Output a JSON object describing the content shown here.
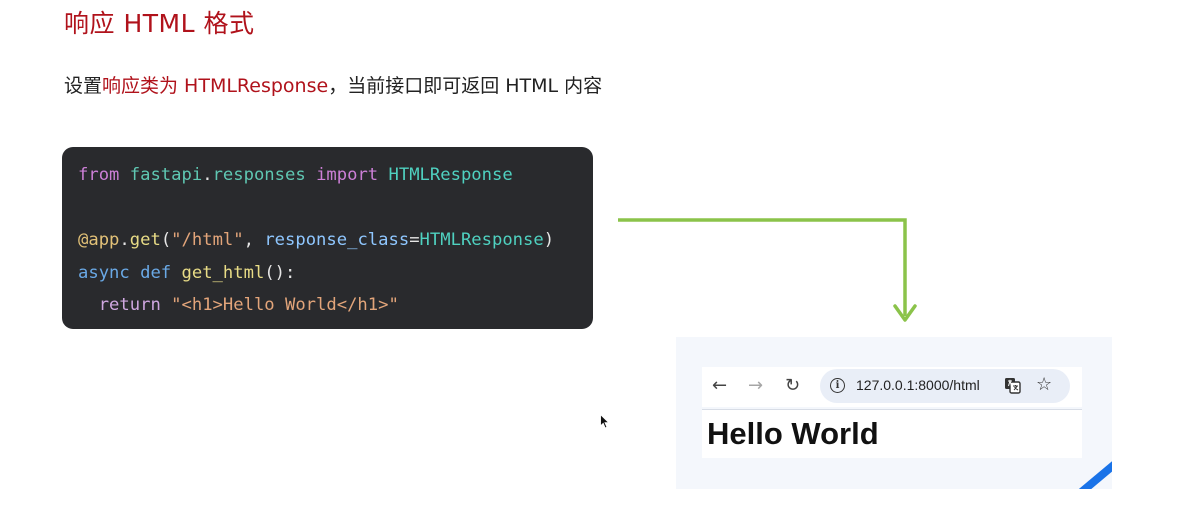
{
  "heading": "响应 HTML 格式",
  "description": {
    "prefix": "设置",
    "highlight": "响应类为 HTMLResponse",
    "suffix": "，当前接口即可返回 HTML 内容"
  },
  "code": {
    "line1": {
      "kw": "from",
      "mod": "fastapi",
      "dot": ".",
      "mod2": "responses",
      "kw2": "import",
      "cls": "HTMLResponse"
    },
    "line3": {
      "dec": "@app",
      "dot": ".",
      "fn": "get",
      "p1": "(",
      "str": "\"/html\"",
      "comma": ", ",
      "param": "response_class",
      "eq": "=",
      "cls": "HTMLResponse",
      "p2": ")"
    },
    "line4": {
      "kw": "async",
      "kw2": "def",
      "fn": "get_html",
      "rest": "():"
    },
    "line5": {
      "indent": "  ",
      "kw": "return",
      "str": "\"<h1>Hello World</h1>\""
    }
  },
  "arrow": {
    "color": "#8bc34a"
  },
  "browser": {
    "back_icon": "←",
    "forward_icon": "→",
    "reload_icon": "↻",
    "info_icon": "i",
    "url": "127.0.0.1:8000/html",
    "star_icon": "☆",
    "page_heading": "Hello World"
  }
}
